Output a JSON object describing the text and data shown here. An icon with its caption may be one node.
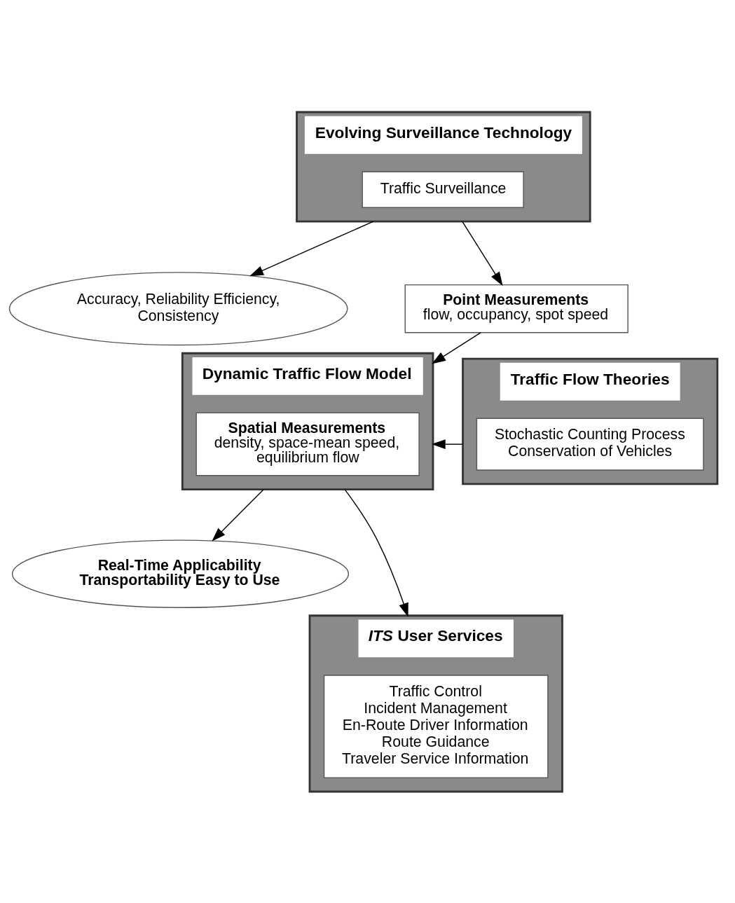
{
  "diagram": {
    "nodes": [
      {
        "text": [
          "Evolving Surveillance Technology"
        ]
      },
      {
        "text": [
          "Traffic Surveillance"
        ],
        "in": 0
      },
      {
        "text": [
          "Accuracy, Reliability Efficiency, Consistency"
        ]
      },
      {
        "text": [
          "Point Measurements",
          "flow, occupancy, spot speed"
        ]
      },
      {
        "text": [
          "Dynamic Traffic Flow Model"
        ]
      },
      {
        "text": [
          "Spatial Measurements",
          "density, space-mean speed, equilibrium flow"
        ],
        "in": 4
      },
      {
        "text": [
          "Traffic Flow Theories"
        ]
      },
      {
        "text": [
          "Stochastic Counting Process Conservation of Vehicles"
        ],
        "in": 6
      },
      {
        "text": [
          "Real-Time Applicability Transportability Easy to Use"
        ]
      },
      {
        "text": [
          "*ITS* User Services"
        ]
      },
      {
        "text": [
          "Traffic Control",
          "Incident Management",
          "En-Route Driver Information",
          "Route Guidance",
          "Traveler Service Information"
        ],
        "in": 9
      }
    ],
    "edges": [
      {
        "from": 0,
        "to": 3,
        "arrow": "to"
      },
      {
        "from": 0,
        "to": 2,
        "arrow": "to"
      },
      {
        "from": 3,
        "to": 4,
        "arrow": "to"
      },
      {
        "from": 6,
        "to": 4,
        "arrow": "to"
      },
      {
        "from": 4,
        "to": 9,
        "arrow": "to"
      },
      {
        "from": 4,
        "to": 8,
        "arrow": "to"
      }
    ]
  }
}
